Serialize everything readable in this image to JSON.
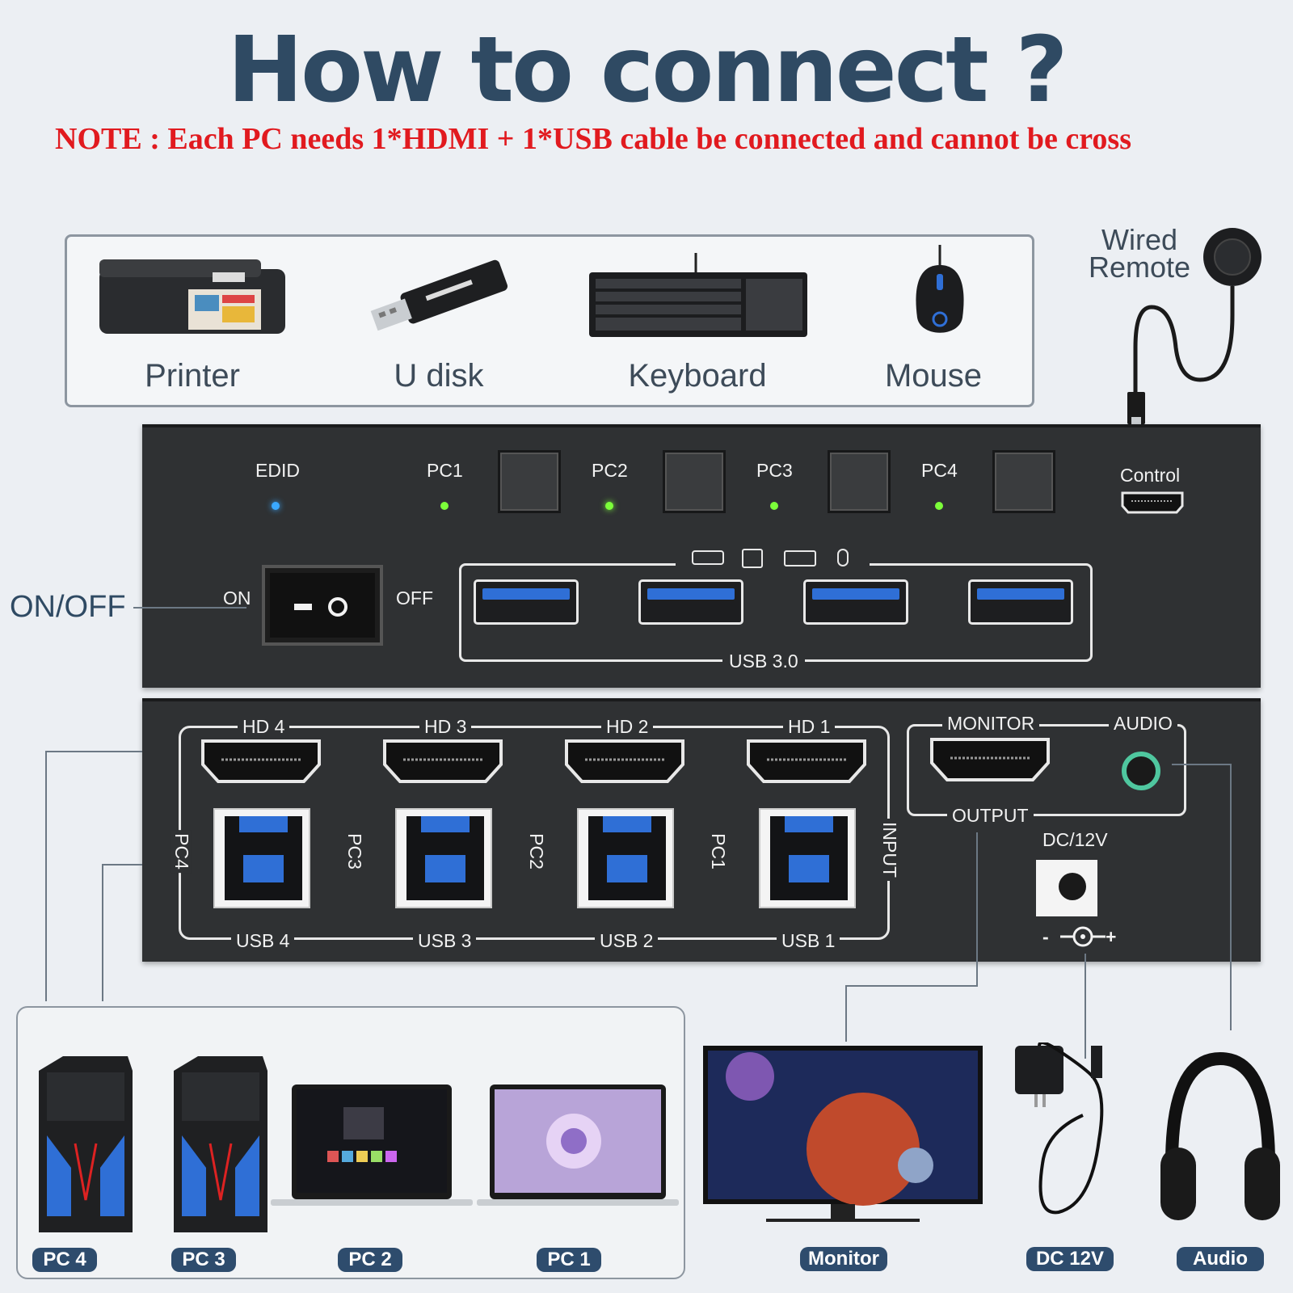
{
  "title": "How to connect ?",
  "note": "NOTE : Each PC needs  1*HDMI + 1*USB cable be connected and cannot be cross",
  "peripherals": [
    {
      "label": "Printer",
      "icon": "printer-icon"
    },
    {
      "label": "U disk",
      "icon": "usb-drive-icon"
    },
    {
      "label": "Keyboard",
      "icon": "keyboard-icon"
    },
    {
      "label": "Mouse",
      "icon": "mouse-icon"
    }
  ],
  "remote": {
    "line1": "Wired",
    "line2": "Remote"
  },
  "front_panel": {
    "edid": "EDID",
    "pc_labels": [
      "PC1",
      "PC2",
      "PC3",
      "PC4"
    ],
    "control": "Control",
    "on": "ON",
    "off": "OFF",
    "onoff_label": "ON/OFF",
    "usb30": "USB 3.0"
  },
  "back_panel": {
    "hd_labels": [
      "HD 4",
      "HD 3",
      "HD 2",
      "HD 1"
    ],
    "usb_labels": [
      "USB 4",
      "USB 3",
      "USB 2",
      "USB 1"
    ],
    "pc_vertical": [
      "PC4",
      "PC3",
      "PC2",
      "PC1"
    ],
    "input": "INPUT",
    "monitor": "MONITOR",
    "audio": "AUDIO",
    "output": "OUTPUT",
    "dc": "DC/12V",
    "minus": "-",
    "plus": "+"
  },
  "devices": {
    "pc4": "PC 4",
    "pc3": "PC 3",
    "pc2": "PC 2",
    "pc1": "PC 1",
    "monitor": "Monitor",
    "dc": "DC 12V",
    "audio": "Audio"
  },
  "colors": {
    "title": "#2f4a63",
    "note": "#e11a1f",
    "panel": "#2f3133",
    "tag": "#2e4c6d",
    "usb_blue": "#2f6fd6",
    "led_green": "#7cff3a",
    "led_blue": "#3aa8ff"
  }
}
